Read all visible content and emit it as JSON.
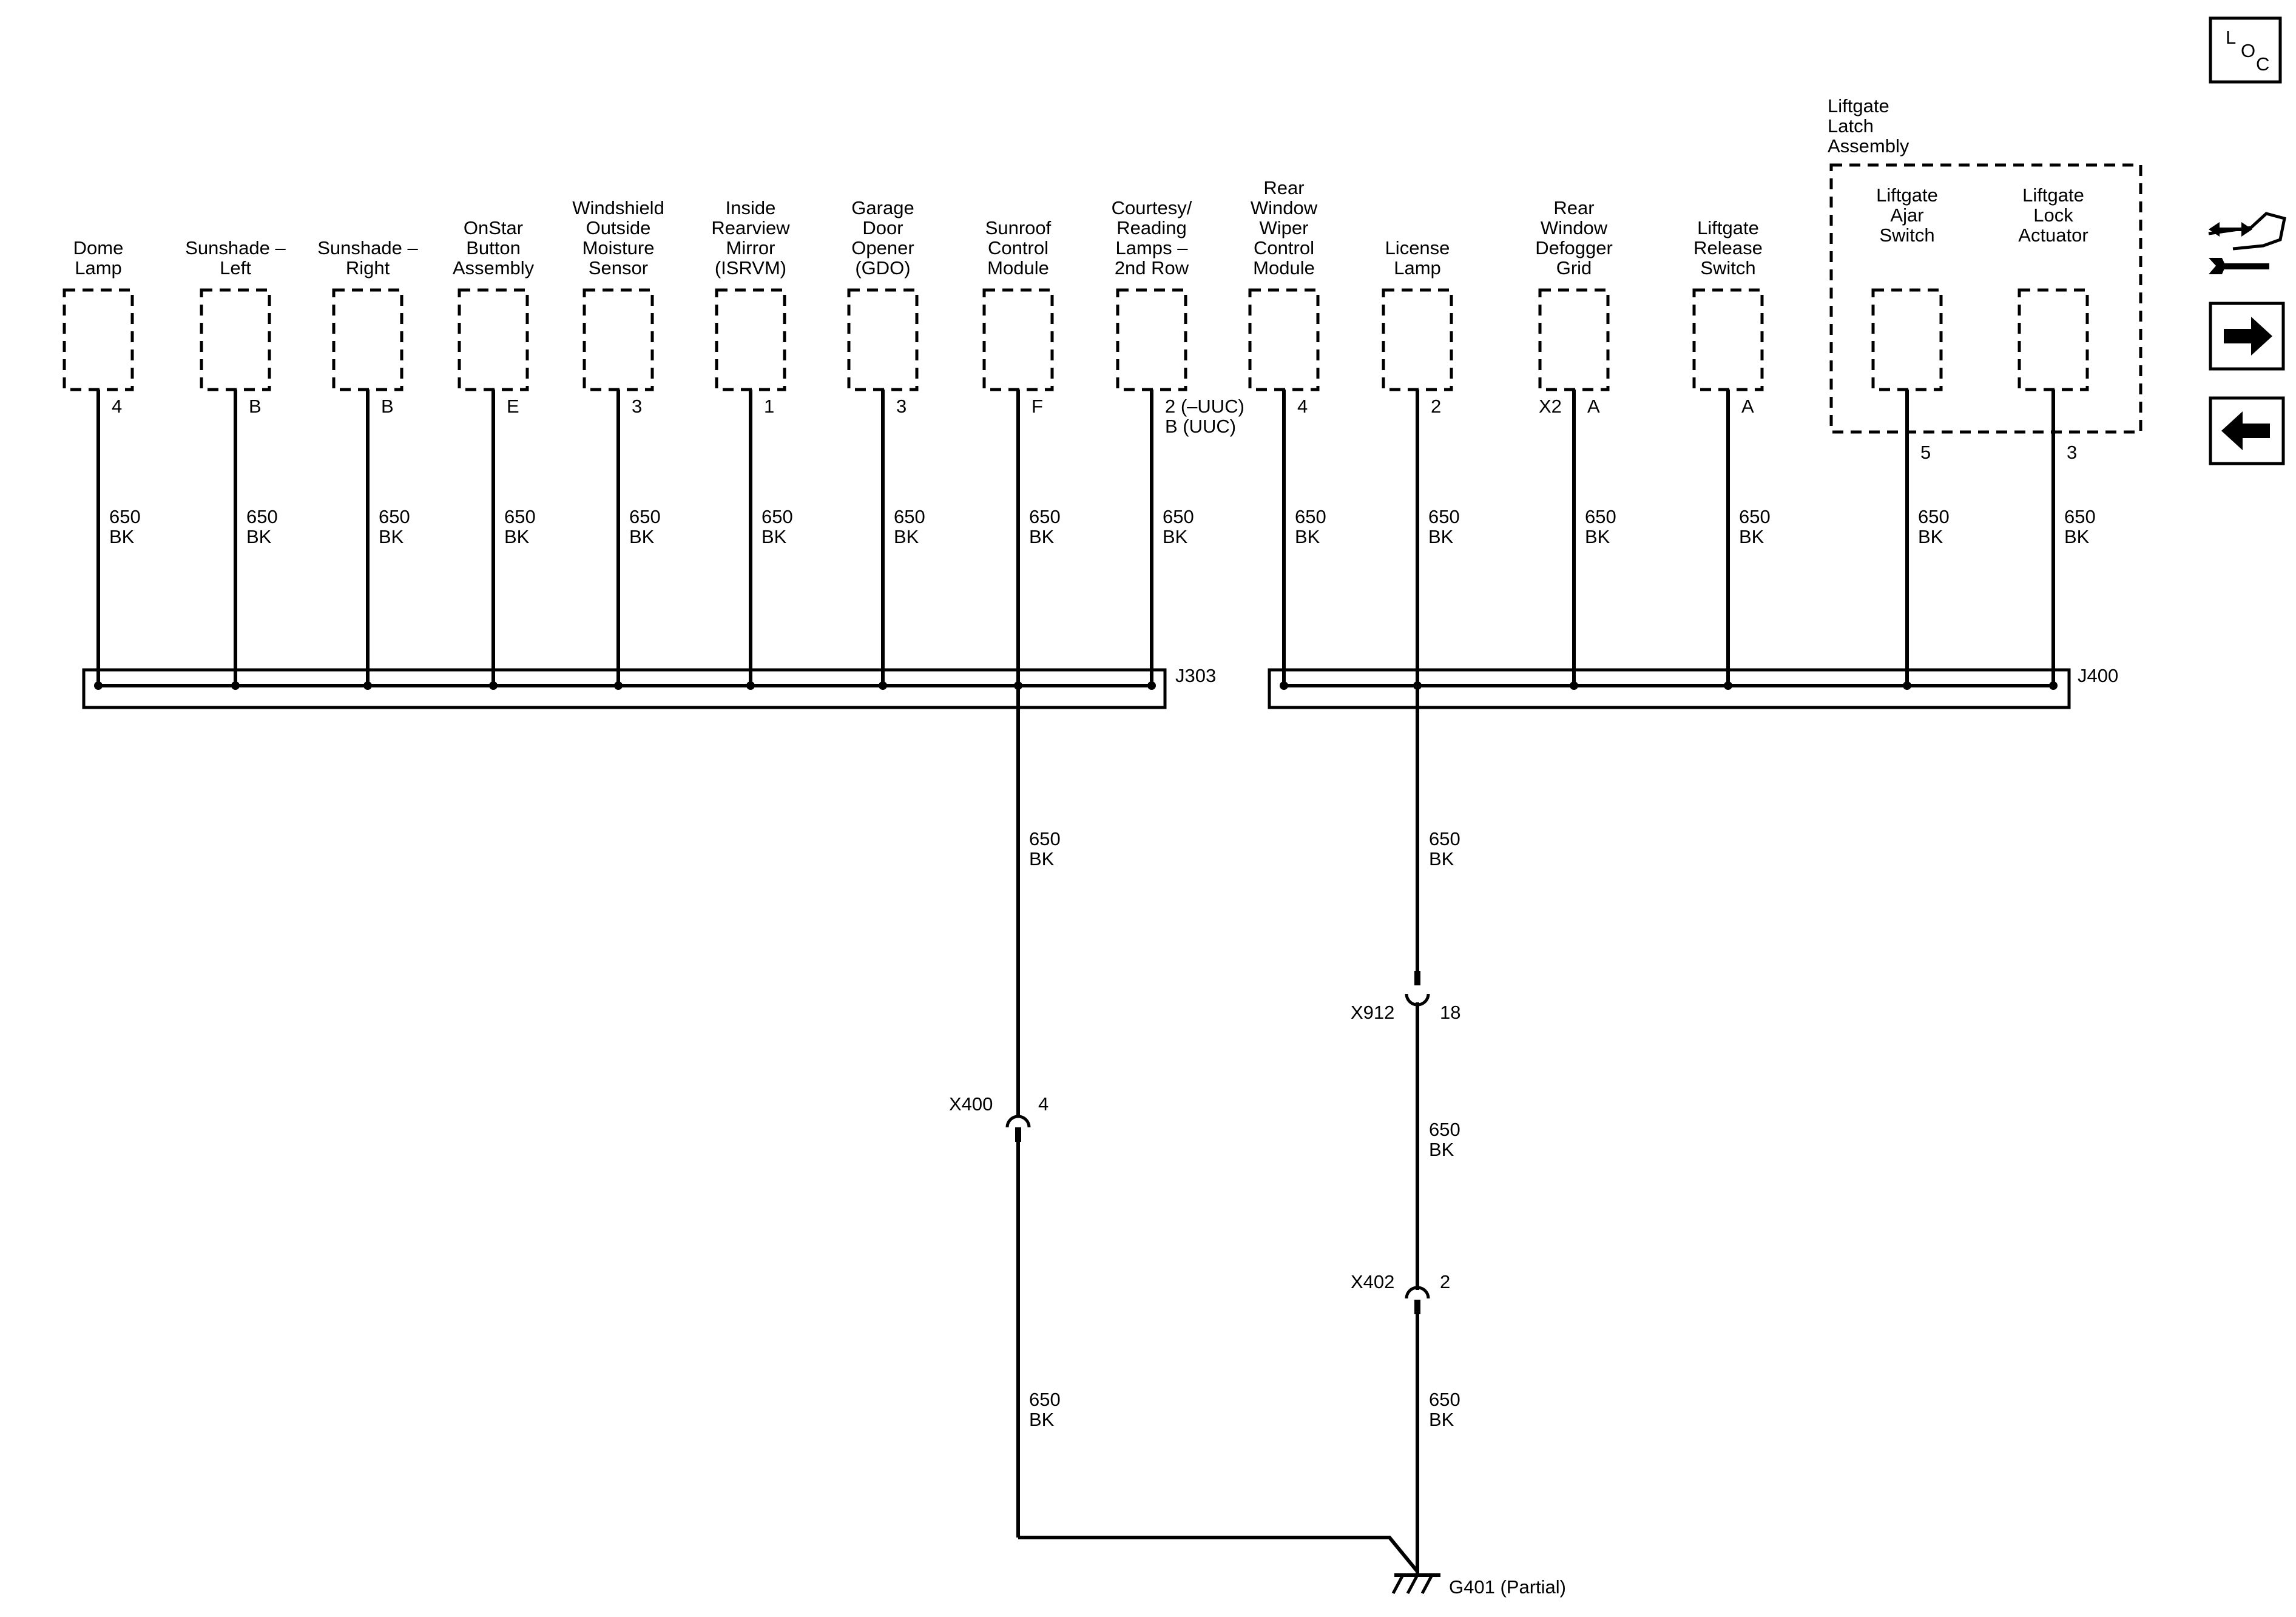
{
  "loc_icon": {
    "letters": [
      "L",
      "O",
      "C"
    ]
  },
  "side_icons": [
    "vehicle-wrench-icon",
    "arrow-right-icon",
    "arrow-left-icon"
  ],
  "wire": {
    "circuit": "650",
    "color": "BK"
  },
  "group_box": {
    "label": [
      "Liftgate",
      "Latch",
      "Assembly"
    ]
  },
  "components": [
    {
      "name": [
        "Dome",
        "Lamp"
      ],
      "pin": [
        "4"
      ]
    },
    {
      "name": [
        "Sunshade –",
        "Left"
      ],
      "pin": [
        "B"
      ]
    },
    {
      "name": [
        "Sunshade –",
        "Right"
      ],
      "pin": [
        "B"
      ]
    },
    {
      "name": [
        "OnStar",
        "Button",
        "Assembly"
      ],
      "pin": [
        "E"
      ]
    },
    {
      "name": [
        "Windshield",
        "Outside",
        "Moisture",
        "Sensor"
      ],
      "pin": [
        "3"
      ]
    },
    {
      "name": [
        "Inside",
        "Rearview",
        "Mirror",
        "(ISRVM)"
      ],
      "pin": [
        "1"
      ]
    },
    {
      "name": [
        "Garage",
        "Door",
        "Opener",
        "(GDO)"
      ],
      "pin": [
        "3"
      ]
    },
    {
      "name": [
        "Sunroof",
        "Control",
        "Module"
      ],
      "pin": [
        "F"
      ]
    },
    {
      "name": [
        "Courtesy/",
        "Reading",
        "Lamps –",
        "2nd Row"
      ],
      "pin": [
        "2 (–UUC)",
        "B (UUC)"
      ]
    },
    {
      "name": [
        "Rear",
        "Window",
        "Wiper",
        "Control",
        "Module"
      ],
      "pin": [
        "4"
      ]
    },
    {
      "name": [
        "License",
        "Lamp"
      ],
      "pin": [
        "2"
      ]
    },
    {
      "name": [
        "Rear",
        "Window",
        "Defogger",
        "Grid"
      ],
      "pin": [
        "A"
      ],
      "connector": "X2"
    },
    {
      "name": [
        "Liftgate",
        "Release",
        "Switch"
      ],
      "pin": [
        "A"
      ]
    },
    {
      "name": [
        "Liftgate",
        "Ajar",
        "Switch"
      ],
      "pin": [
        "5"
      ]
    },
    {
      "name": [
        "Liftgate",
        "Lock",
        "Actuator"
      ],
      "pin": [
        "3"
      ]
    }
  ],
  "splice_packs": [
    {
      "id": "J303"
    },
    {
      "id": "J400"
    }
  ],
  "inline_connectors": [
    {
      "id": "X400",
      "pin": "4"
    },
    {
      "id": "X912",
      "pin": "18"
    },
    {
      "id": "X402",
      "pin": "2"
    }
  ],
  "ground": {
    "label": "G401 (Partial)"
  }
}
